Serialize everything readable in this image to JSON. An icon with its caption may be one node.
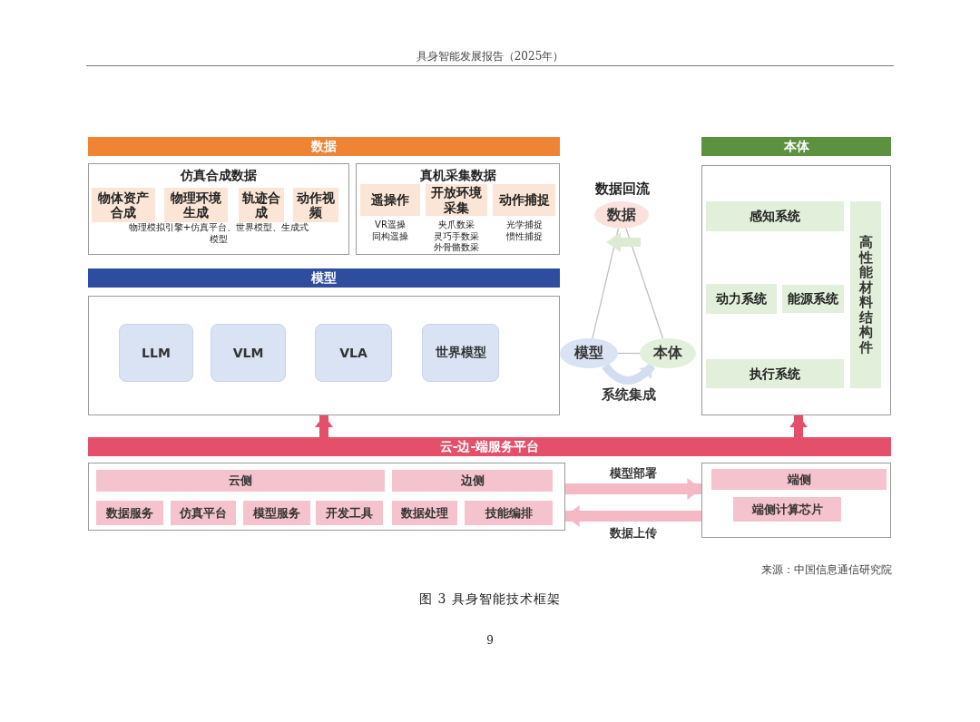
{
  "diagram": {
    "caption": "图 3 具身智能技术框架",
    "nodes": [
      {
        "text": [
          "数据"
        ]
      },
      {
        "text": [
          "仿真合成数据",
          "物理模拟引擎+仿真平台、世界模型、生成式模型"
        ]
      },
      {
        "text": [
          "物体资产合成"
        ],
        "in": 1
      },
      {
        "text": [
          "物理环境生成"
        ],
        "in": 1
      },
      {
        "text": [
          "轨迹合成"
        ],
        "in": 1
      },
      {
        "text": [
          "动作视频"
        ],
        "in": 1
      },
      {
        "text": [
          "真机采集数据"
        ]
      },
      {
        "text": [
          "遥操作"
        ],
        "in": 6,
        "beside": [
          "VR遥操",
          "同构遥操"
        ]
      },
      {
        "text": [
          "开放环境采集"
        ],
        "in": 6,
        "beside": [
          "夹爪数采",
          "灵巧手数采",
          "外骨骼数采"
        ]
      },
      {
        "text": [
          "动作捕捉"
        ],
        "in": 6,
        "beside": [
          "光学捕捉",
          "惯性捕捉"
        ]
      },
      {
        "text": [
          "模型"
        ]
      },
      {
        "text": [],
        "shape": "box"
      },
      {
        "text": [
          "LLM"
        ],
        "in": 11
      },
      {
        "text": [
          "VLM"
        ],
        "in": 11
      },
      {
        "text": [
          "VLA"
        ],
        "in": 11
      },
      {
        "text": [
          "世界模型"
        ],
        "in": 11
      },
      {
        "text": [
          "数据"
        ]
      },
      {
        "text": [
          "模型"
        ]
      },
      {
        "text": [
          "本体"
        ]
      },
      {
        "text": [
          "本体"
        ]
      },
      {
        "text": [],
        "shape": "box"
      },
      {
        "text": [
          "感知系统"
        ],
        "in": 20
      },
      {
        "text": [
          "动力系统"
        ],
        "in": 20
      },
      {
        "text": [
          "能源系统"
        ],
        "in": 20
      },
      {
        "text": [
          "执行系统"
        ],
        "in": 20
      },
      {
        "text": [
          "高性能材料结构件"
        ],
        "in": 20
      },
      {
        "text": [
          "云-边-端服务平台"
        ]
      },
      {
        "text": [],
        "shape": "box"
      },
      {
        "text": [
          "云侧"
        ],
        "in": 27
      },
      {
        "text": [
          "边侧"
        ],
        "in": 27
      },
      {
        "text": [
          "数据服务"
        ],
        "in": 27
      },
      {
        "text": [
          "仿真平台"
        ],
        "in": 27
      },
      {
        "text": [
          "模型服务"
        ],
        "in": 27
      },
      {
        "text": [
          "开发工具"
        ],
        "in": 27
      },
      {
        "text": [
          "数据处理"
        ],
        "in": 27
      },
      {
        "text": [
          "技能编排"
        ],
        "in": 27
      },
      {
        "text": [],
        "shape": "box"
      },
      {
        "text": [
          "端侧"
        ],
        "in": 36
      },
      {
        "text": [
          "端侧计算芯片"
        ],
        "in": 36
      }
    ],
    "edges": [
      {
        "from": 17,
        "to": 16,
        "arrow": "none"
      },
      {
        "from": 18,
        "to": 16,
        "arrow": "none"
      },
      {
        "from": 17,
        "to": 18,
        "arrow": "none"
      },
      {
        "from": 26,
        "to": 11,
        "arrow": "to",
        "color": "#e4506a"
      },
      {
        "from": 26,
        "to": 20,
        "arrow": "to",
        "color": "#e4506a"
      },
      {
        "from": 27,
        "to": 36,
        "arrow": "to",
        "label": "模型部署",
        "color": "#f4b9c5"
      },
      {
        "from": 36,
        "to": 27,
        "arrow": "to",
        "label": "数据上传",
        "color": "#f4b9c5"
      },
      {
        "from": 17,
        "to": 18,
        "arrow": "to",
        "label": "系统集成",
        "color": "#d2ddf0"
      }
    ],
    "labels": [
      "具身智能发展报告（2025年）",
      "数据回流",
      "来源：中国信息通信研究院",
      "9"
    ]
  }
}
